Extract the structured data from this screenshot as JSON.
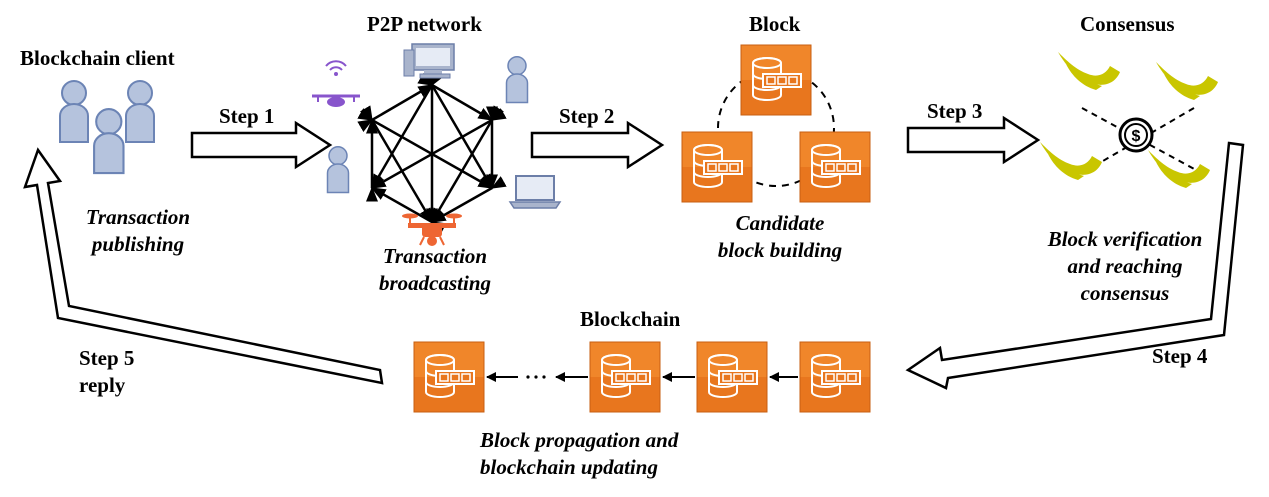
{
  "titles": {
    "client": "Blockchain client",
    "p2p": "P2P network",
    "block": "Block",
    "consensus": "Consensus",
    "blockchain": "Blockchain"
  },
  "captions": {
    "publishing_1": "Transaction",
    "publishing_2": "publishing",
    "broadcasting_1": "Transaction",
    "broadcasting_2": "broadcasting",
    "candidate_1": "Candidate",
    "candidate_2": "block building",
    "verification_1": "Block verification",
    "verification_2": "and reaching",
    "verification_3": "consensus",
    "propagation_1": "Block propagation and",
    "propagation_2": "blockchain updating"
  },
  "steps": {
    "step1": "Step 1",
    "step2": "Step 2",
    "step3": "Step 3",
    "step4": "Step 4",
    "step5_1": "Step 5",
    "step5_2": "reply"
  },
  "colors": {
    "block_orange": "#e8761e",
    "block_orange_light": "#f29a3c",
    "person_fill": "#b5c3dd",
    "person_stroke": "#6c84b5",
    "consensus_green": "#c9c600",
    "drone_purple": "#8855cc",
    "drone_orange": "#ee6633",
    "device_gray": "#a9b4cc"
  },
  "icons": [
    "people-icon",
    "network-hexagon-icon",
    "drone-icon",
    "person-icon",
    "computer-icon",
    "laptop-icon",
    "database-block-icon",
    "dollar-icon",
    "bird-icon",
    "ellipsis-icon"
  ]
}
